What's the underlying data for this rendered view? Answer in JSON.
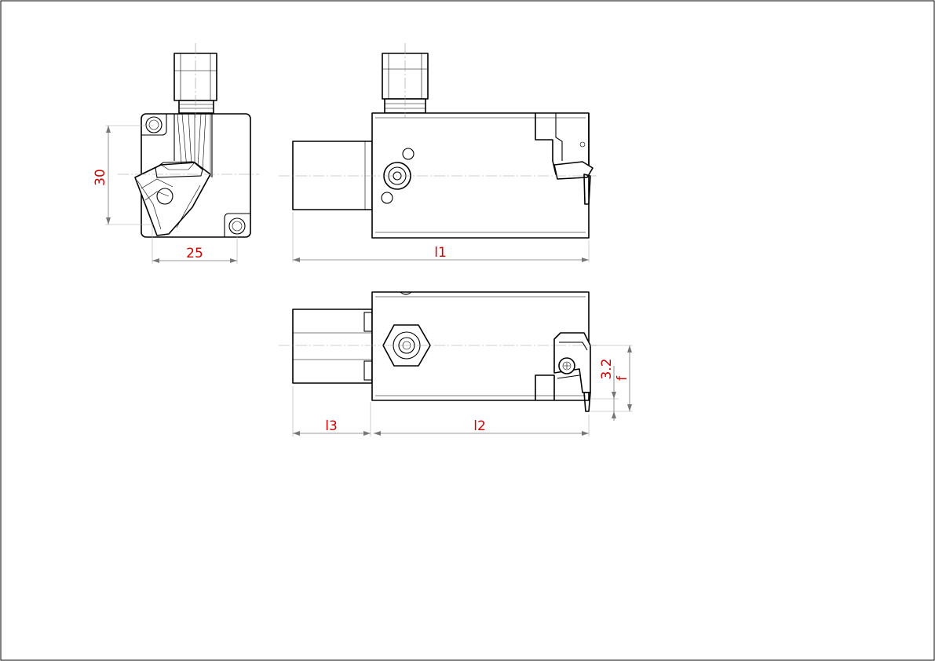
{
  "drawing": {
    "dimensions": {
      "height_30": "30",
      "width_25": "25",
      "length_l1": "l1",
      "length_l2": "l2",
      "length_l3": "l3",
      "height_3_2": "3.2",
      "height_f": "f"
    },
    "colors": {
      "dimension_text": "#d40000",
      "outline": "#000000",
      "frame": "#000000"
    }
  }
}
